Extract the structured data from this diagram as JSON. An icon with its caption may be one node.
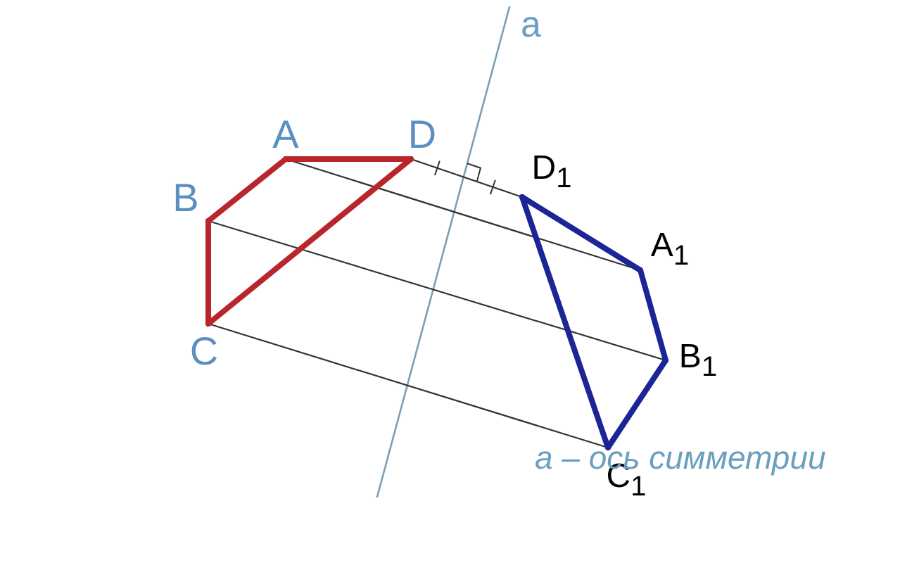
{
  "diagram": {
    "nodes": [
      {
        "text": [
          "A"
        ]
      },
      {
        "text": [
          "B"
        ]
      },
      {
        "text": [
          "C"
        ]
      },
      {
        "text": [
          "D"
        ]
      },
      {
        "text": [
          "D$_{1}$"
        ]
      },
      {
        "text": [
          "A$_{1}$"
        ]
      },
      {
        "text": [
          "B$_{1}$"
        ]
      },
      {
        "text": [
          "C$_{1}$"
        ]
      }
    ],
    "edges": [
      {
        "from": 0,
        "to": 3,
        "arrow": "none",
        "color": "#b8262b"
      },
      {
        "from": 3,
        "to": 2,
        "arrow": "none",
        "color": "#b8262b"
      },
      {
        "from": 2,
        "to": 1,
        "arrow": "none",
        "color": "#b8262b"
      },
      {
        "from": 1,
        "to": 0,
        "arrow": "none",
        "color": "#b8262b"
      },
      {
        "from": 4,
        "to": 5,
        "arrow": "none",
        "color": "#1c2596"
      },
      {
        "from": 5,
        "to": 6,
        "arrow": "none",
        "color": "#1c2596"
      },
      {
        "from": 6,
        "to": 7,
        "arrow": "none",
        "color": "#1c2596"
      },
      {
        "from": 7,
        "to": 4,
        "arrow": "none",
        "color": "#1c2596"
      },
      {
        "from": 0,
        "to": 5,
        "arrow": "none",
        "color": "#333333"
      },
      {
        "from": 1,
        "to": 6,
        "arrow": "none",
        "color": "#333333"
      },
      {
        "from": 2,
        "to": 7,
        "arrow": "none",
        "color": "#333333"
      },
      {
        "from": 3,
        "to": 4,
        "arrow": "none",
        "color": "#333333"
      }
    ],
    "labels": [
      "a",
      "a – ось симметрии"
    ]
  }
}
